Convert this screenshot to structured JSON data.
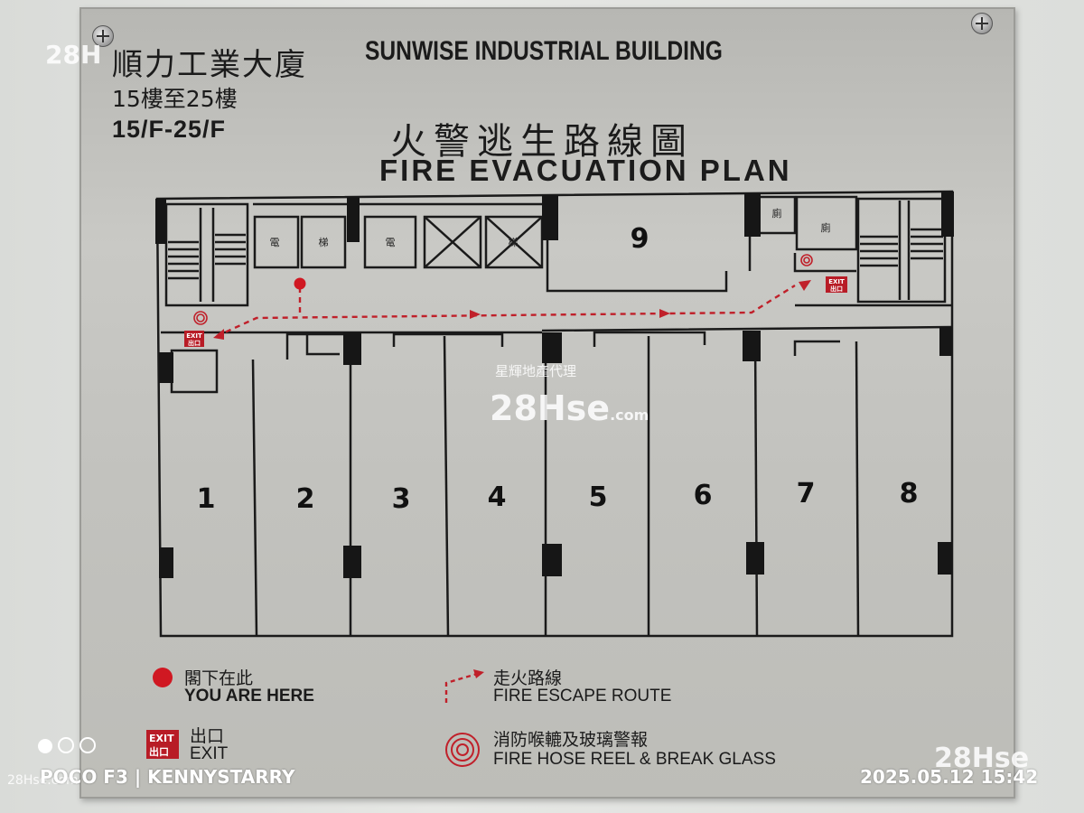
{
  "header": {
    "building_cn": "順力工業大廈",
    "building_en": "SUNWISE INDUSTRIAL BUILDING",
    "floors_cn": "15樓至25樓",
    "floors_en": "15/F-25/F",
    "title_cn": "火警逃生路線圖",
    "title_en": "FIRE EVACUATION PLAN"
  },
  "plan": {
    "units": [
      "1",
      "2",
      "3",
      "4",
      "5",
      "6",
      "7",
      "8",
      "9"
    ],
    "lift_chars": [
      "電",
      "梯",
      "電",
      "梯"
    ],
    "toilet_chars": [
      "廁",
      "廁"
    ],
    "exit_sign": {
      "top": "EXIT",
      "bottom": "出口"
    }
  },
  "legend": {
    "you_are_here_cn": "閣下在此",
    "you_are_here_en": "YOU ARE HERE",
    "escape_route_cn": "走火路線",
    "escape_route_en": "FIRE ESCAPE ROUTE",
    "exit_cn": "出口",
    "exit_en": "EXIT",
    "hose_cn": "消防喉轆及玻璃警報",
    "hose_en": "FIRE HOSE REEL & BREAK GLASS"
  },
  "watermark": {
    "agency_cn": "星輝地產代理",
    "site": "28Hse",
    "site_suffix": ".com",
    "corner_top": "28H",
    "corner_bottom": "28Hse",
    "bottom_left": "28Hse.com"
  },
  "camera": {
    "device": "POCO F3",
    "separator": "|",
    "author": "KENNYSTARRY",
    "timestamp": "2025.05.12  15:42"
  },
  "colors": {
    "route": "#c0202a",
    "dot": "#d01822",
    "plate": "#c4c4c0"
  }
}
